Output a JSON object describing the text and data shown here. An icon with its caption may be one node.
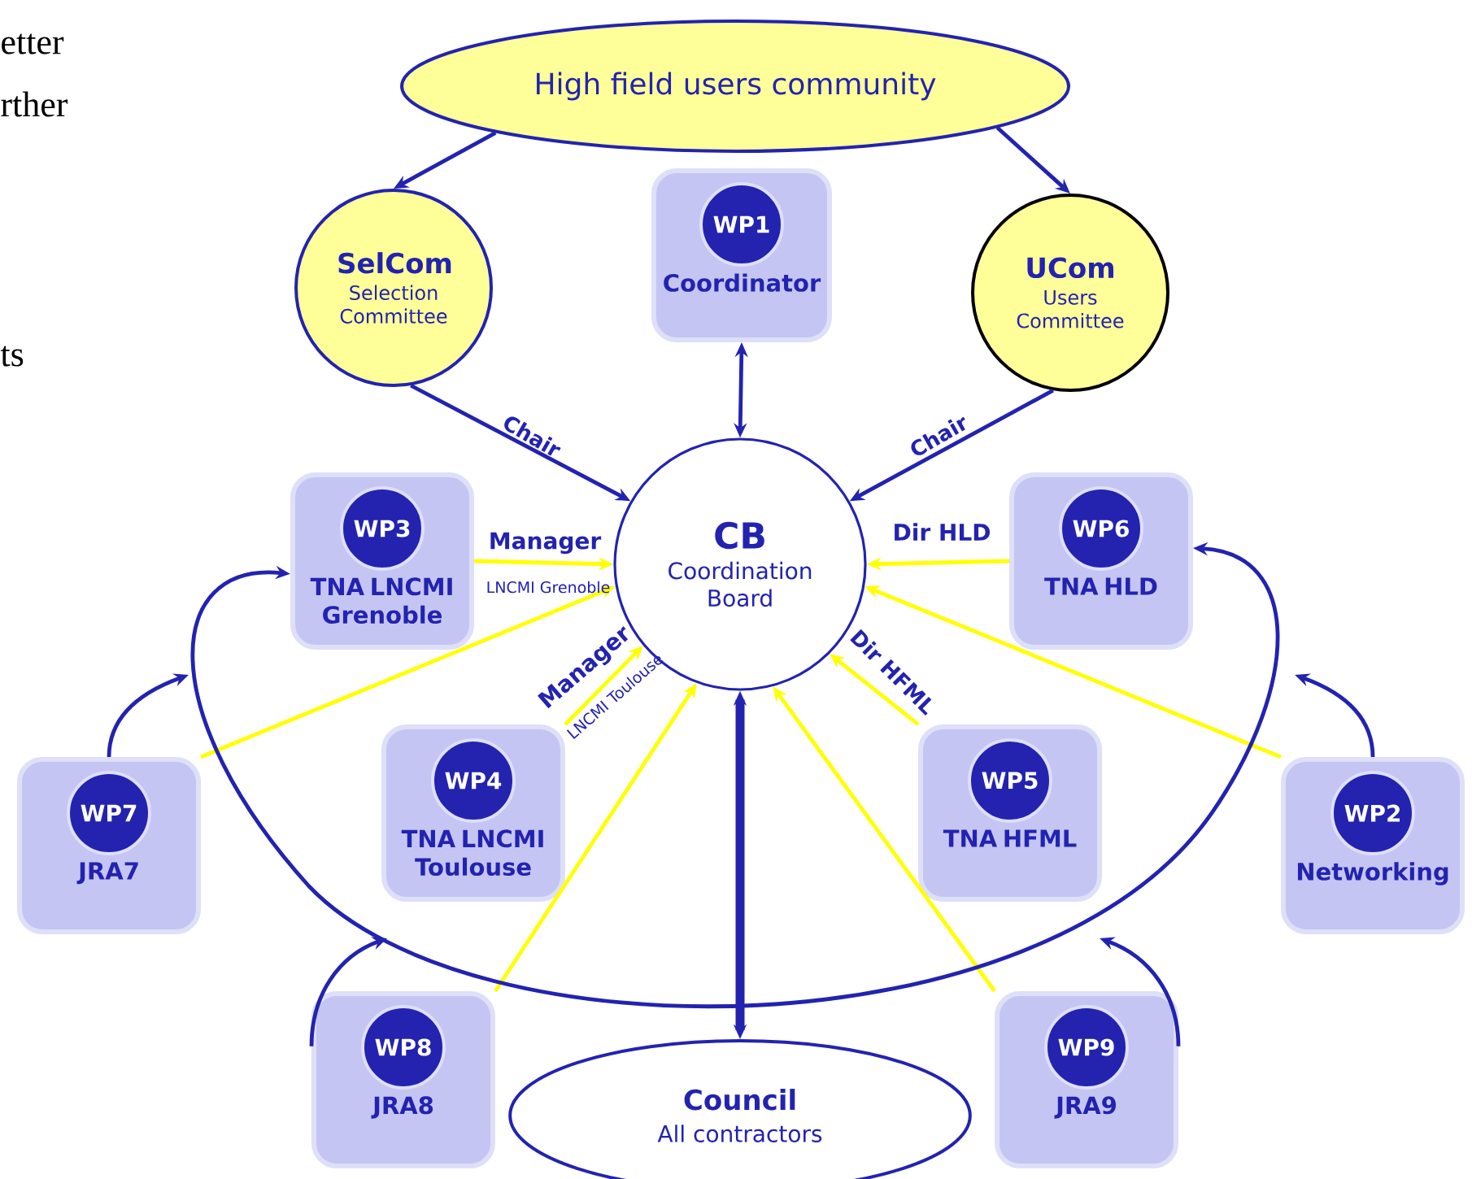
{
  "diagram": {
    "nodes": [
      {
        "text": [
          "High field users community"
        ]
      },
      {
        "text": [
          "SelCom",
          "Selection Committee"
        ]
      },
      {
        "text": [
          "WP1",
          "Coordinator"
        ]
      },
      {
        "text": [
          "UCom",
          "Users Committee"
        ]
      },
      {
        "text": [
          "CB",
          "Coordination Board"
        ]
      },
      {
        "text": [
          "WP3",
          "TNA LNCMI Grenoble"
        ]
      },
      {
        "text": [
          "WP6",
          "TNA HLD"
        ]
      },
      {
        "text": [
          "WP7",
          "JRA7"
        ]
      },
      {
        "text": [
          "WP4",
          "TNA LNCMI Toulouse"
        ]
      },
      {
        "text": [
          "WP5",
          "TNA HFML"
        ]
      },
      {
        "text": [
          "WP2",
          "Networking"
        ]
      },
      {
        "text": [
          "WP8",
          "JRA8"
        ]
      },
      {
        "text": [
          "Council",
          "All contractors"
        ]
      },
      {
        "text": [
          "WP9",
          "JRA9"
        ]
      }
    ],
    "edges": [
      {
        "from": 0,
        "to": 1,
        "arrow": "to"
      },
      {
        "from": 0,
        "to": 3,
        "arrow": "to"
      },
      {
        "from": 1,
        "to": 4,
        "arrow": "to",
        "label": "Chair"
      },
      {
        "from": 3,
        "to": 4,
        "arrow": "to",
        "label": "Chair"
      },
      {
        "from": 2,
        "to": 4,
        "arrow": "both"
      },
      {
        "from": 4,
        "to": 12,
        "arrow": "both",
        "style": "thick"
      },
      {
        "from": 5,
        "to": 4,
        "arrow": "to",
        "label": "Manager",
        "color": "#ffff00"
      },
      {
        "from": 6,
        "to": 4,
        "arrow": "to",
        "label": "Dir HLD",
        "color": "#ffff00"
      },
      {
        "from": 8,
        "to": 4,
        "arrow": "to",
        "label": "Manager",
        "color": "#ffff00"
      },
      {
        "from": 9,
        "to": 4,
        "arrow": "to",
        "label": "Dir HFML",
        "color": "#ffff00"
      },
      {
        "from": 7,
        "to": 4,
        "arrow": "to",
        "color": "#ffff00"
      },
      {
        "from": 10,
        "to": 4,
        "arrow": "to",
        "color": "#ffff00"
      },
      {
        "from": 11,
        "to": 4,
        "arrow": "to",
        "color": "#ffff00"
      },
      {
        "from": 13,
        "to": 4,
        "arrow": "to",
        "color": "#ffff00"
      },
      {
        "from": 5,
        "to": 6,
        "arrow": "both"
      },
      {
        "from": 7,
        "to": null,
        "arrow": "to"
      },
      {
        "from": 11,
        "to": null,
        "arrow": "to"
      },
      {
        "from": 13,
        "to": null,
        "arrow": "to"
      },
      {
        "from": 10,
        "to": null,
        "arrow": "to"
      }
    ],
    "labels": [
      "etter",
      "rther",
      "ts",
      "LNCMI Grenoble",
      "LNCMI Toulouse"
    ]
  }
}
